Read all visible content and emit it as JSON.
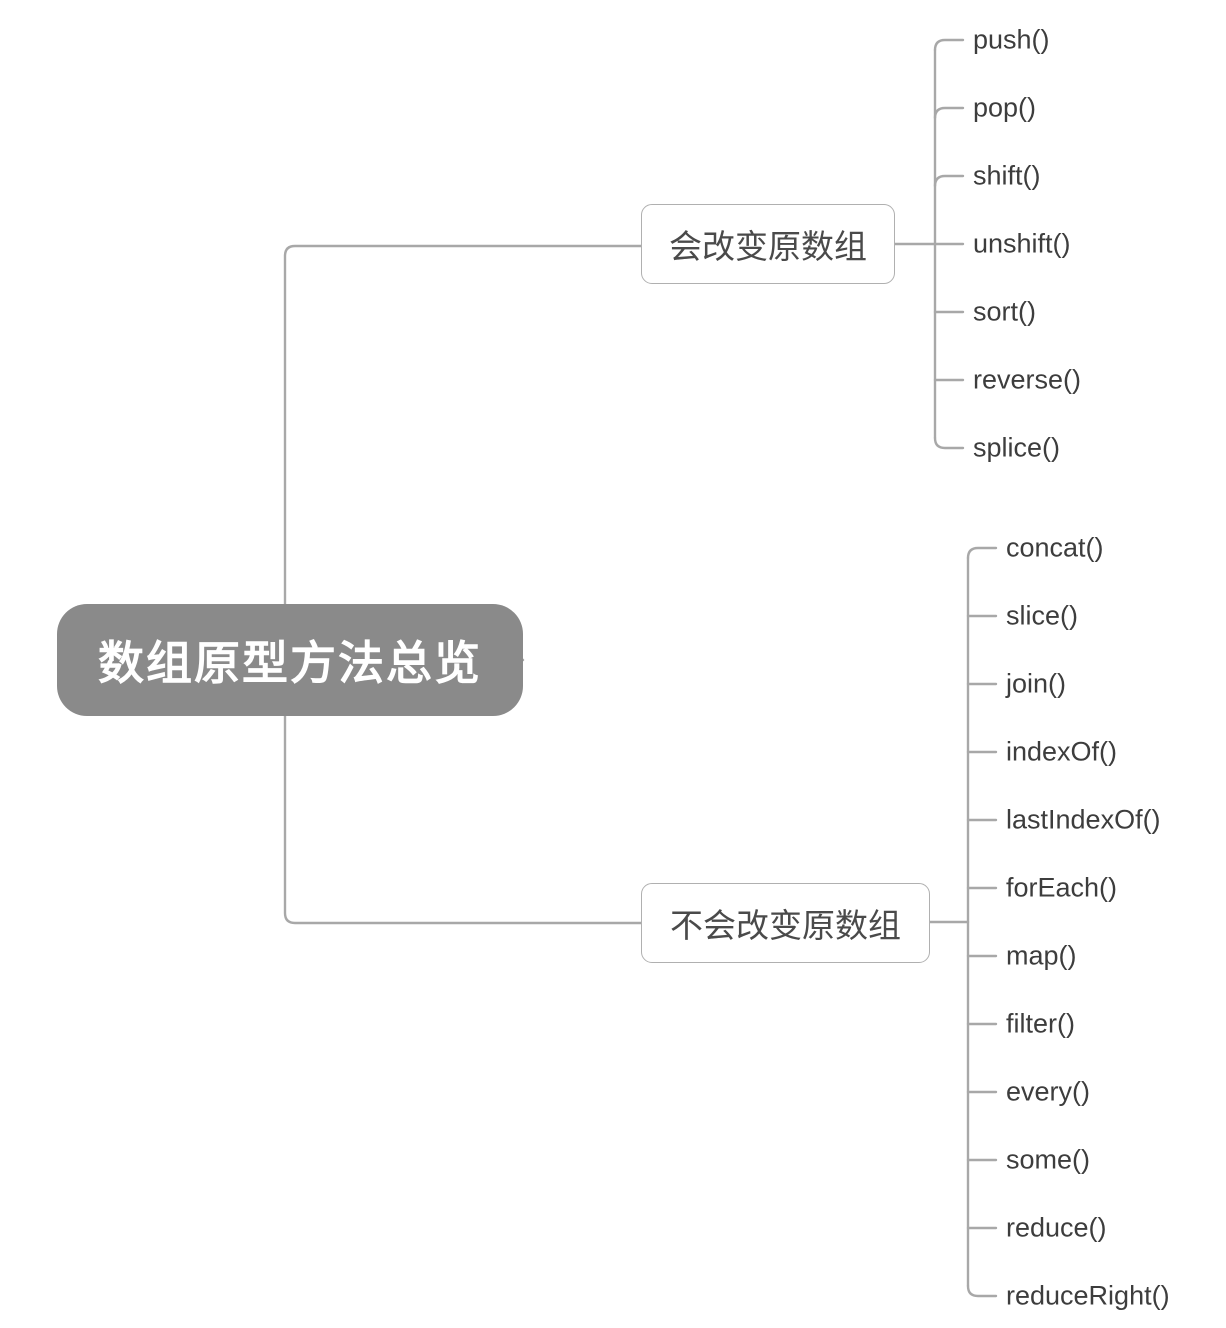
{
  "diagram": {
    "type": "mind-map",
    "title": "数组原型方法总览",
    "root": {
      "label": "数组原型方法总览",
      "fill": "#8a8a8a",
      "text_color": "#ffffff"
    },
    "line_color": "#a8a8a8",
    "leaf_text_color": "#3d3d3d",
    "branch_border_color": "#b0b0b0",
    "branches": [
      {
        "label": "会改变原数组",
        "leaves": [
          "push()",
          "pop()",
          "shift()",
          "unshift()",
          "sort()",
          "reverse()",
          "splice()"
        ]
      },
      {
        "label": "不会改变原数组",
        "leaves": [
          "concat()",
          "slice()",
          "join()",
          "indexOf()",
          "lastIndexOf()",
          "forEach()",
          "map()",
          "filter()",
          "every()",
          "some()",
          "reduce()",
          "reduceRight()"
        ]
      }
    ]
  }
}
